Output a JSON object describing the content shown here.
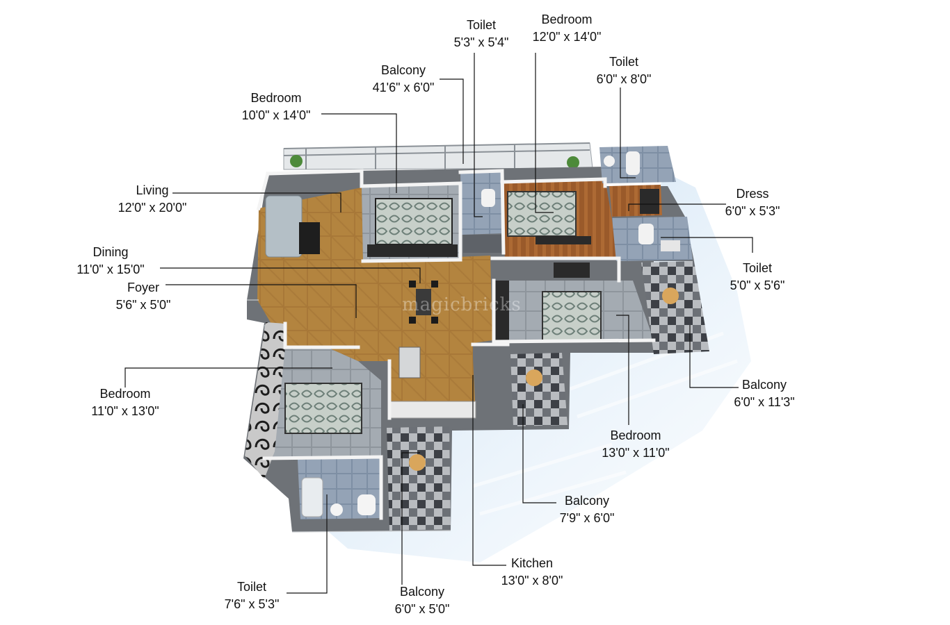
{
  "watermark": "magicbricks",
  "labels": [
    {
      "id": "toilet-top",
      "name": "Toilet",
      "size": "5'3\" x 5'4\""
    },
    {
      "id": "bedroom-top",
      "name": "Bedroom",
      "size": "12'0\" x 14'0\""
    },
    {
      "id": "toilet-top-right",
      "name": "Toilet",
      "size": "6'0\" x 8'0\""
    },
    {
      "id": "balcony-top",
      "name": "Balcony",
      "size": "41'6\" x 6'0\""
    },
    {
      "id": "bedroom-top-left",
      "name": "Bedroom",
      "size": "10'0\" x 14'0\""
    },
    {
      "id": "living",
      "name": "Living",
      "size": "12'0\" x 20'0\""
    },
    {
      "id": "dress",
      "name": "Dress",
      "size": "6'0\" x 5'3\""
    },
    {
      "id": "dining",
      "name": "Dining",
      "size": "11'0\" x 15'0\""
    },
    {
      "id": "toilet-right",
      "name": "Toilet",
      "size": "5'0\" x 5'6\""
    },
    {
      "id": "foyer",
      "name": "Foyer",
      "size": "5'6\" x 5'0\""
    },
    {
      "id": "bedroom-left",
      "name": "Bedroom",
      "size": "11'0\" x 13'0\""
    },
    {
      "id": "balcony-right",
      "name": "Balcony",
      "size": "6'0\" x 11'3\""
    },
    {
      "id": "bedroom-right",
      "name": "Bedroom",
      "size": "13'0\" x 11'0\""
    },
    {
      "id": "balcony-mid",
      "name": "Balcony",
      "size": "7'9\" x 6'0\""
    },
    {
      "id": "kitchen",
      "name": "Kitchen",
      "size": "13'0\" x 8'0\""
    },
    {
      "id": "toilet-bottom",
      "name": "Toilet",
      "size": "7'6\" x 5'3\""
    },
    {
      "id": "balcony-bottom",
      "name": "Balcony",
      "size": "6'0\" x 5'0\""
    }
  ]
}
